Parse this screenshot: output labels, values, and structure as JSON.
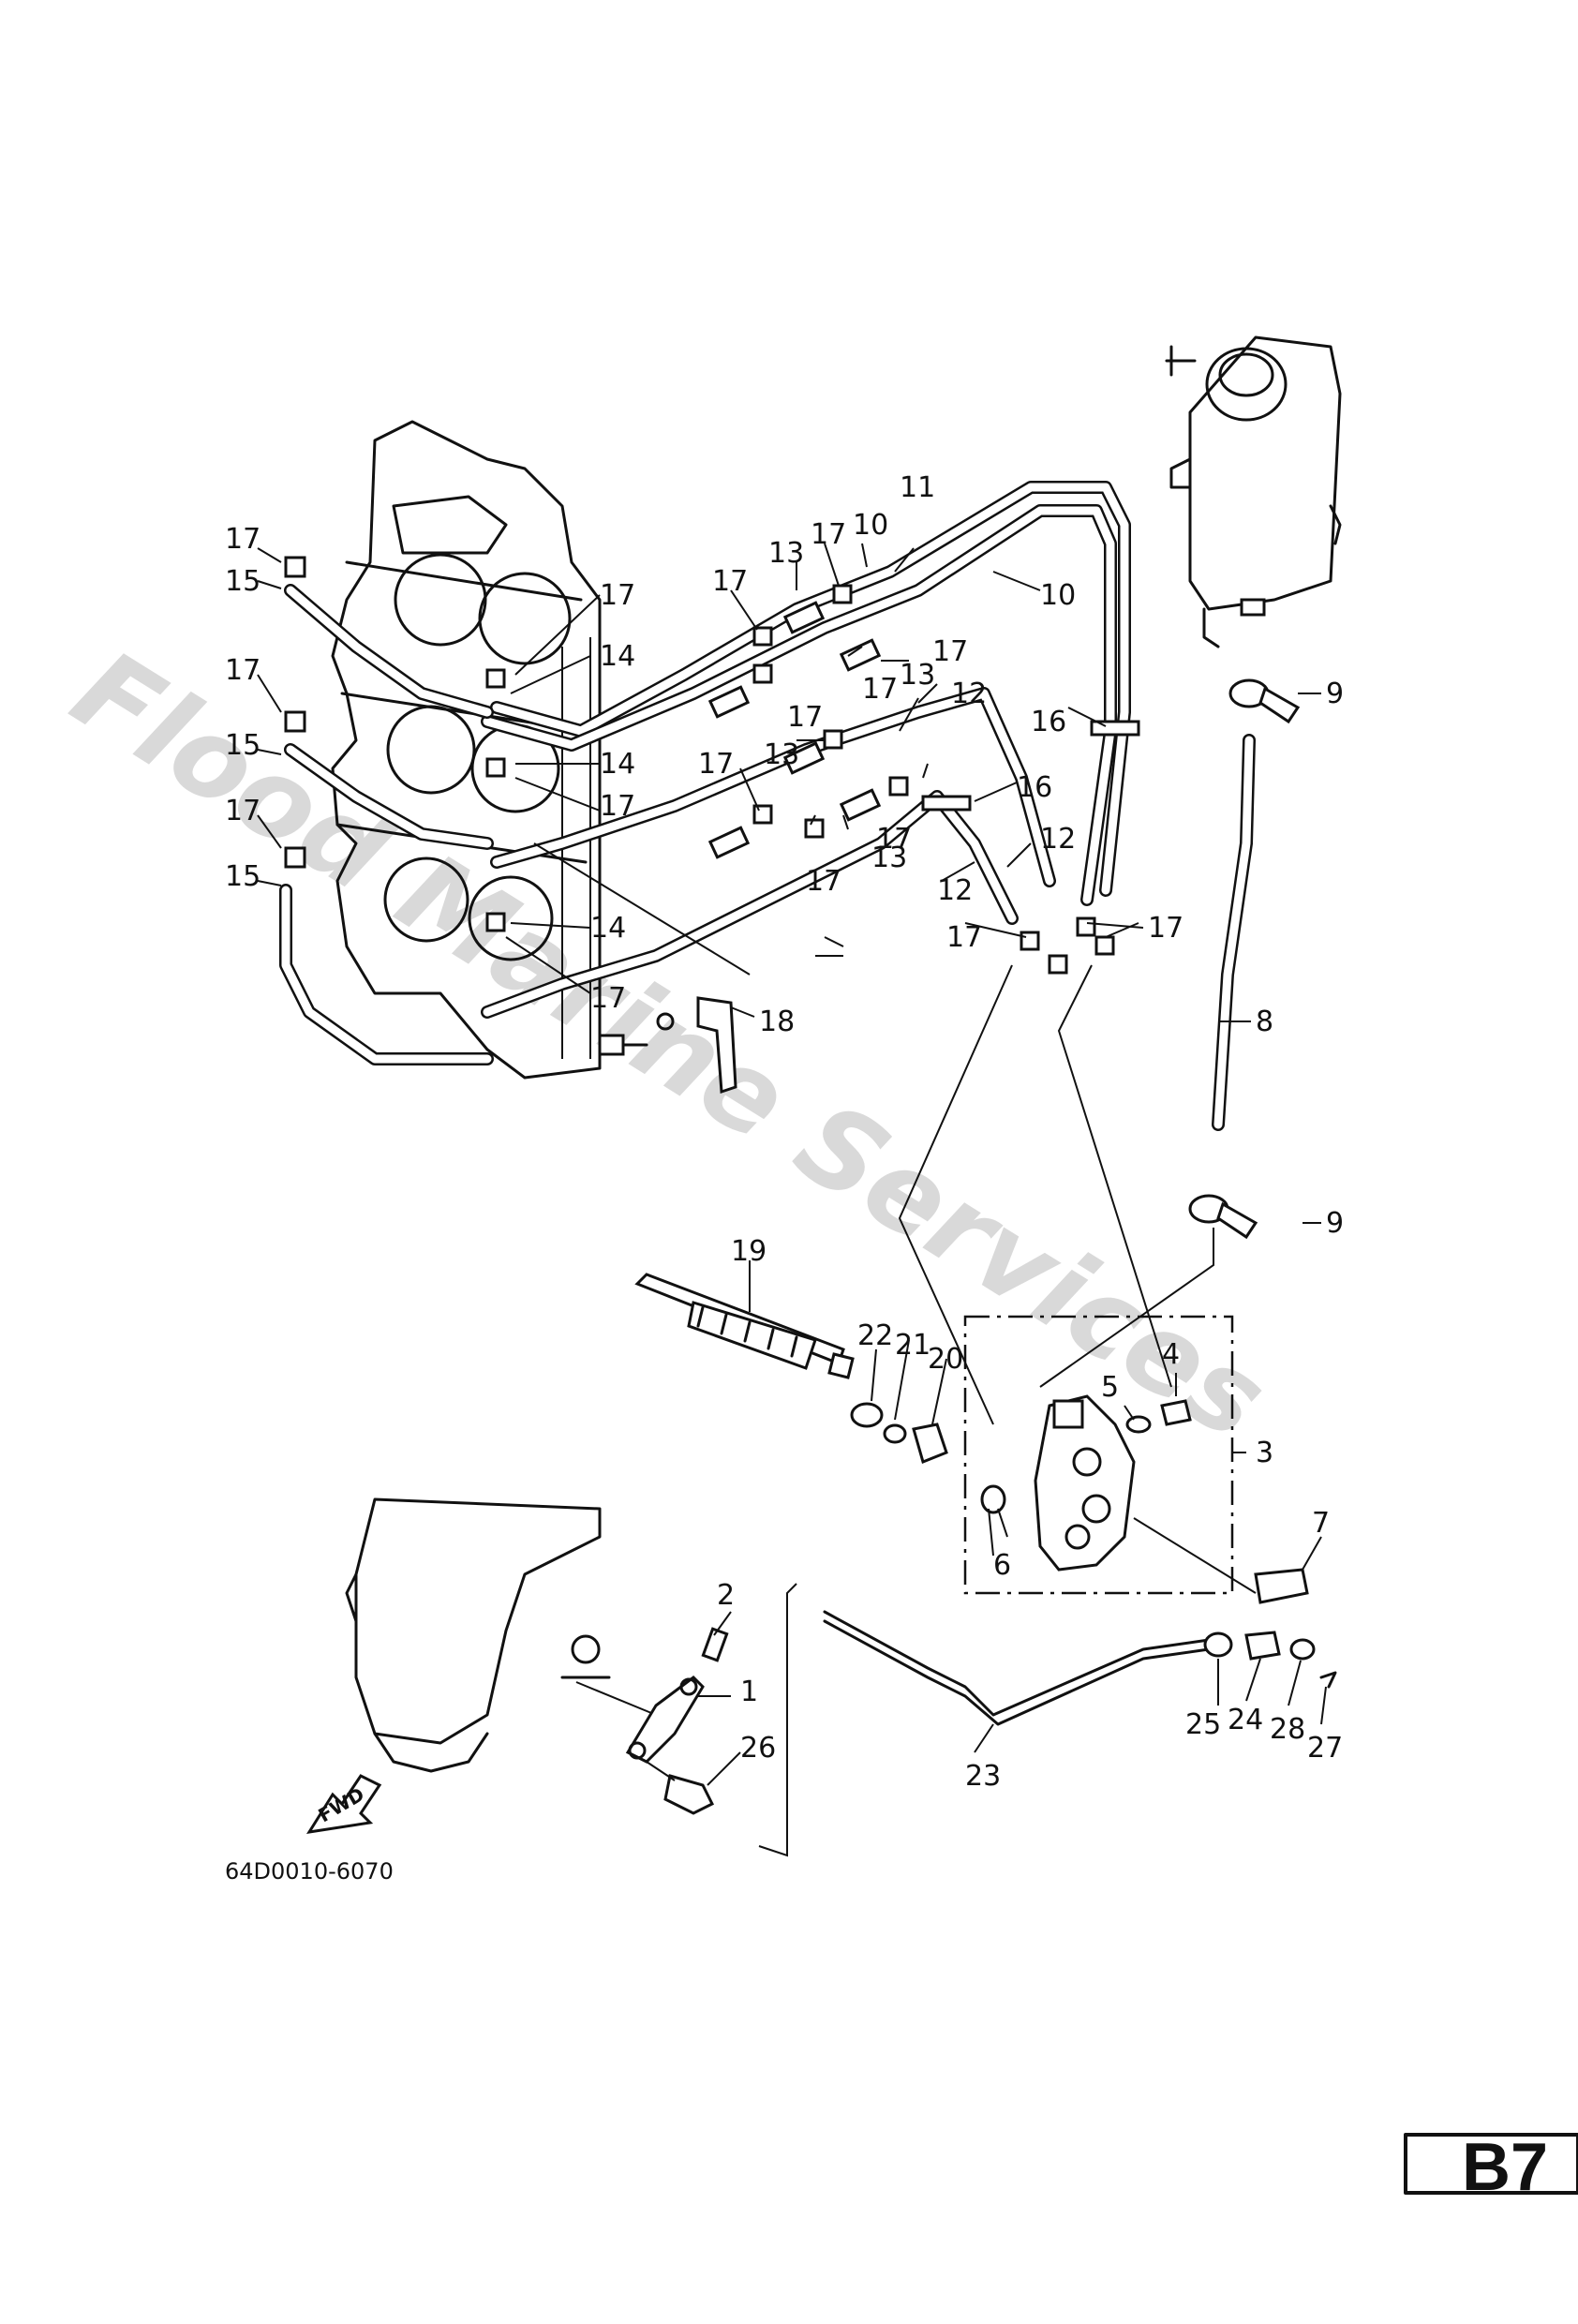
{
  "watermark": "Flood Marine Services",
  "diagram_code": "64D0010-6070",
  "fwd_label": "FWD",
  "page_tag": "B7",
  "callouts": {
    "c1": "1",
    "c2": "2",
    "c3": "3",
    "c4": "4",
    "c5": "5",
    "c6": "6",
    "c7": "7",
    "c8": "8",
    "c9a": "9",
    "c9b": "9",
    "c10a": "10",
    "c10b": "10",
    "c11": "11",
    "c12a": "12",
    "c12b": "12",
    "c12c": "12",
    "c13a": "13",
    "c13b": "13",
    "c13c": "13",
    "c13d": "13",
    "c14a": "14",
    "c14b": "14",
    "c14c": "14",
    "c15a": "15",
    "c15b": "15",
    "c15c": "15",
    "c16a": "16",
    "c16b": "16",
    "c17a": "17",
    "c17b": "17",
    "c17c": "17",
    "c17d": "17",
    "c17e": "17",
    "c17f": "17",
    "c17g": "17",
    "c17h": "17",
    "c17i": "17",
    "c17j": "17",
    "c17k": "17",
    "c17l": "17",
    "c17m": "17",
    "c17n": "17",
    "c17o": "17",
    "c18": "18",
    "c19": "19",
    "c20": "20",
    "c21": "21",
    "c22": "22",
    "c23": "23",
    "c24": "24",
    "c25": "25",
    "c26": "26",
    "c27": "27",
    "c28": "28"
  }
}
